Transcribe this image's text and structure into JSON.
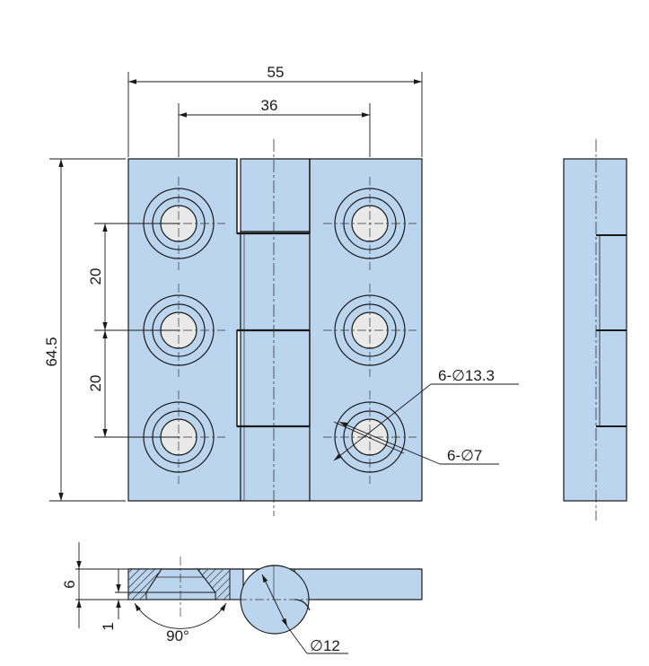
{
  "colors": {
    "part_fill": "#bcd5ef",
    "hole_fill": "#e9e9e9",
    "outline": "#1a1a1a",
    "center_line": "#333333"
  },
  "dimensions": {
    "overall_width": "55",
    "hole_spacing_horizontal": "36",
    "overall_height": "64.5",
    "hole_pitch_upper": "20",
    "hole_pitch_lower": "20",
    "counterbore_callout": "6-∅13.3",
    "through_hole_callout": "6-∅7",
    "thickness": "6",
    "base_offset": "1",
    "countersink_angle": "90°",
    "knuckle_diameter": "∅12"
  }
}
